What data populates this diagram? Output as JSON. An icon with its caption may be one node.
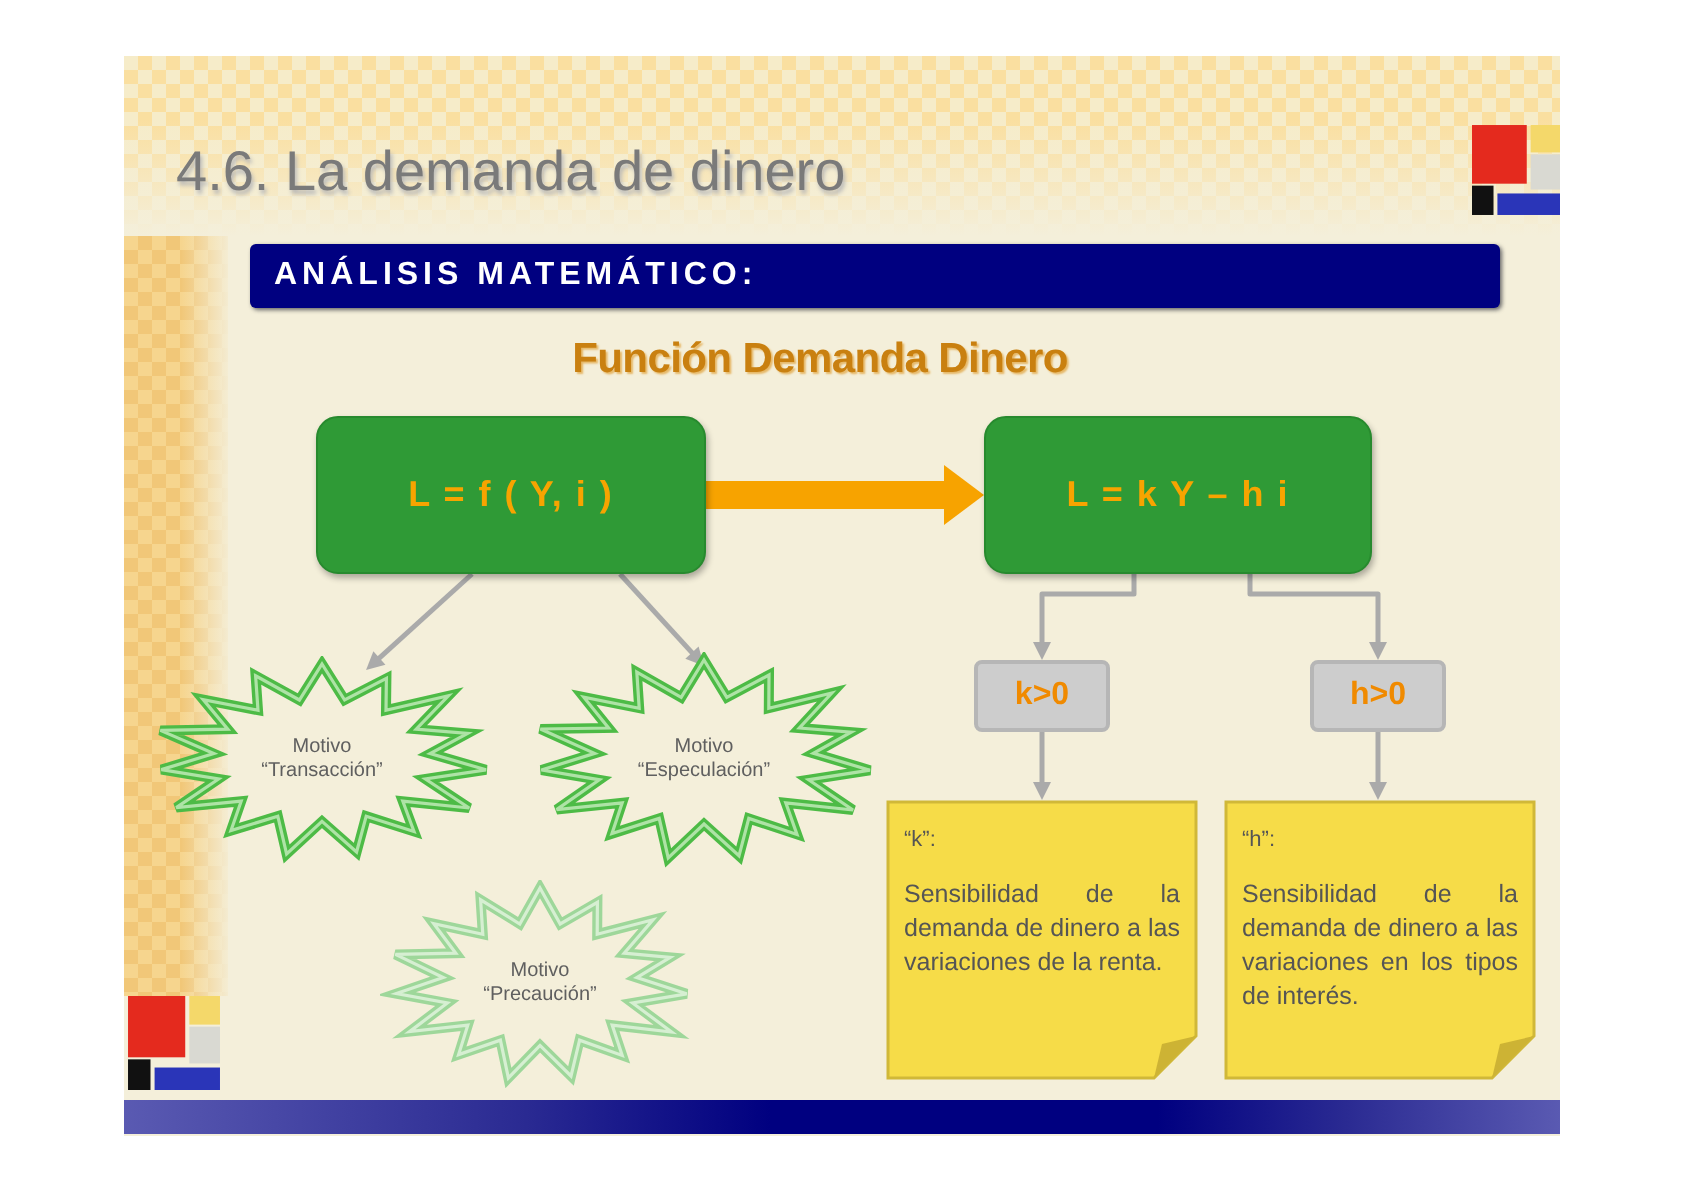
{
  "diagram": {
    "title": "4.6. La demanda de dinero",
    "nodes": [
      {
        "text": [
          "ANÁLISIS MATEMÁTICO:"
        ]
      },
      {
        "text": [
          "L = f ( Y, i )"
        ]
      },
      {
        "text": [
          "L = k Y – h i"
        ]
      },
      {
        "text": [
          "Motivo “Transacción”"
        ]
      },
      {
        "text": [
          "Motivo “Especulación”"
        ]
      },
      {
        "text": [
          "Motivo “Precaución”"
        ]
      },
      {
        "text": [
          "k>0"
        ]
      },
      {
        "text": [
          "h>0"
        ]
      },
      {
        "text": [
          "“k”:",
          "Sensibilidad de la demanda de dinero a las variaciones de la renta."
        ]
      },
      {
        "text": [
          "“h”:",
          "Sensibilidad de la demanda de dinero a las variaciones en los tipos de interés."
        ]
      }
    ],
    "edges": [
      {
        "from": 1,
        "to": 2,
        "arrow": "to",
        "style": "thick",
        "color": "#f7a300"
      },
      {
        "from": 1,
        "to": 3,
        "arrow": "to"
      },
      {
        "from": 1,
        "to": 4,
        "arrow": "to"
      },
      {
        "from": 2,
        "to": 6,
        "arrow": "to"
      },
      {
        "from": 2,
        "to": 7,
        "arrow": "to"
      },
      {
        "from": 6,
        "to": 8,
        "arrow": "to"
      },
      {
        "from": 7,
        "to": 9,
        "arrow": "to"
      }
    ],
    "labels": [
      "Función Demanda Dinero"
    ]
  }
}
